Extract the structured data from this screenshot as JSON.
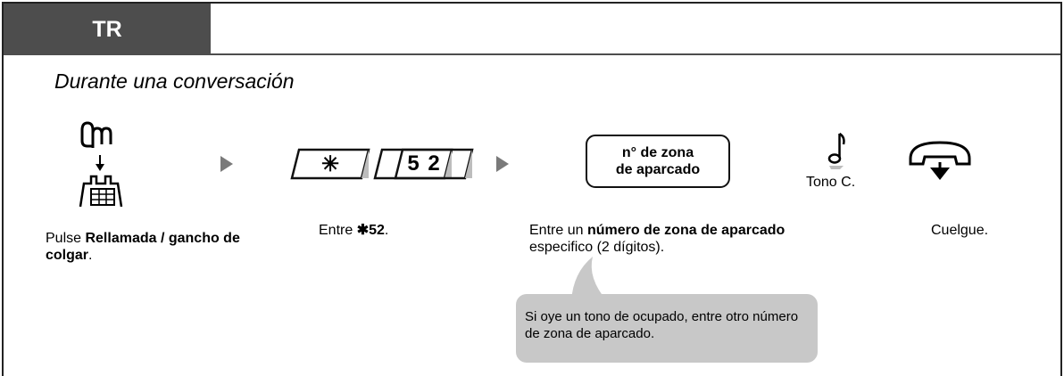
{
  "header": {
    "tab_label": "TR"
  },
  "subtitle": "Durante una conversación",
  "steps": {
    "step1": {
      "pre": "Pulse ",
      "bold": "Rellamada / gancho de colgar",
      "post": "."
    },
    "step2": {
      "pre": "Entre ",
      "bold": "✱52",
      "post": "."
    },
    "step3": {
      "pre": "Entre un ",
      "bold": "número de zona de aparcado",
      "post": " especifico (2 dígitos)."
    },
    "step4": {
      "text": "Cuelgue."
    }
  },
  "keys": [
    "✳",
    "5",
    "2"
  ],
  "zone_box": {
    "line1": "n° de zona",
    "line2": "de aparcado"
  },
  "tone_label": "Tono C.",
  "bubble_text": "Si oye un tono de ocupado, entre otro número de zona de aparcado.",
  "colors": {
    "tab_bg": "#4d4d4d",
    "arrow": "#7a7a7a",
    "bubble_bg": "#c8c8c8"
  }
}
